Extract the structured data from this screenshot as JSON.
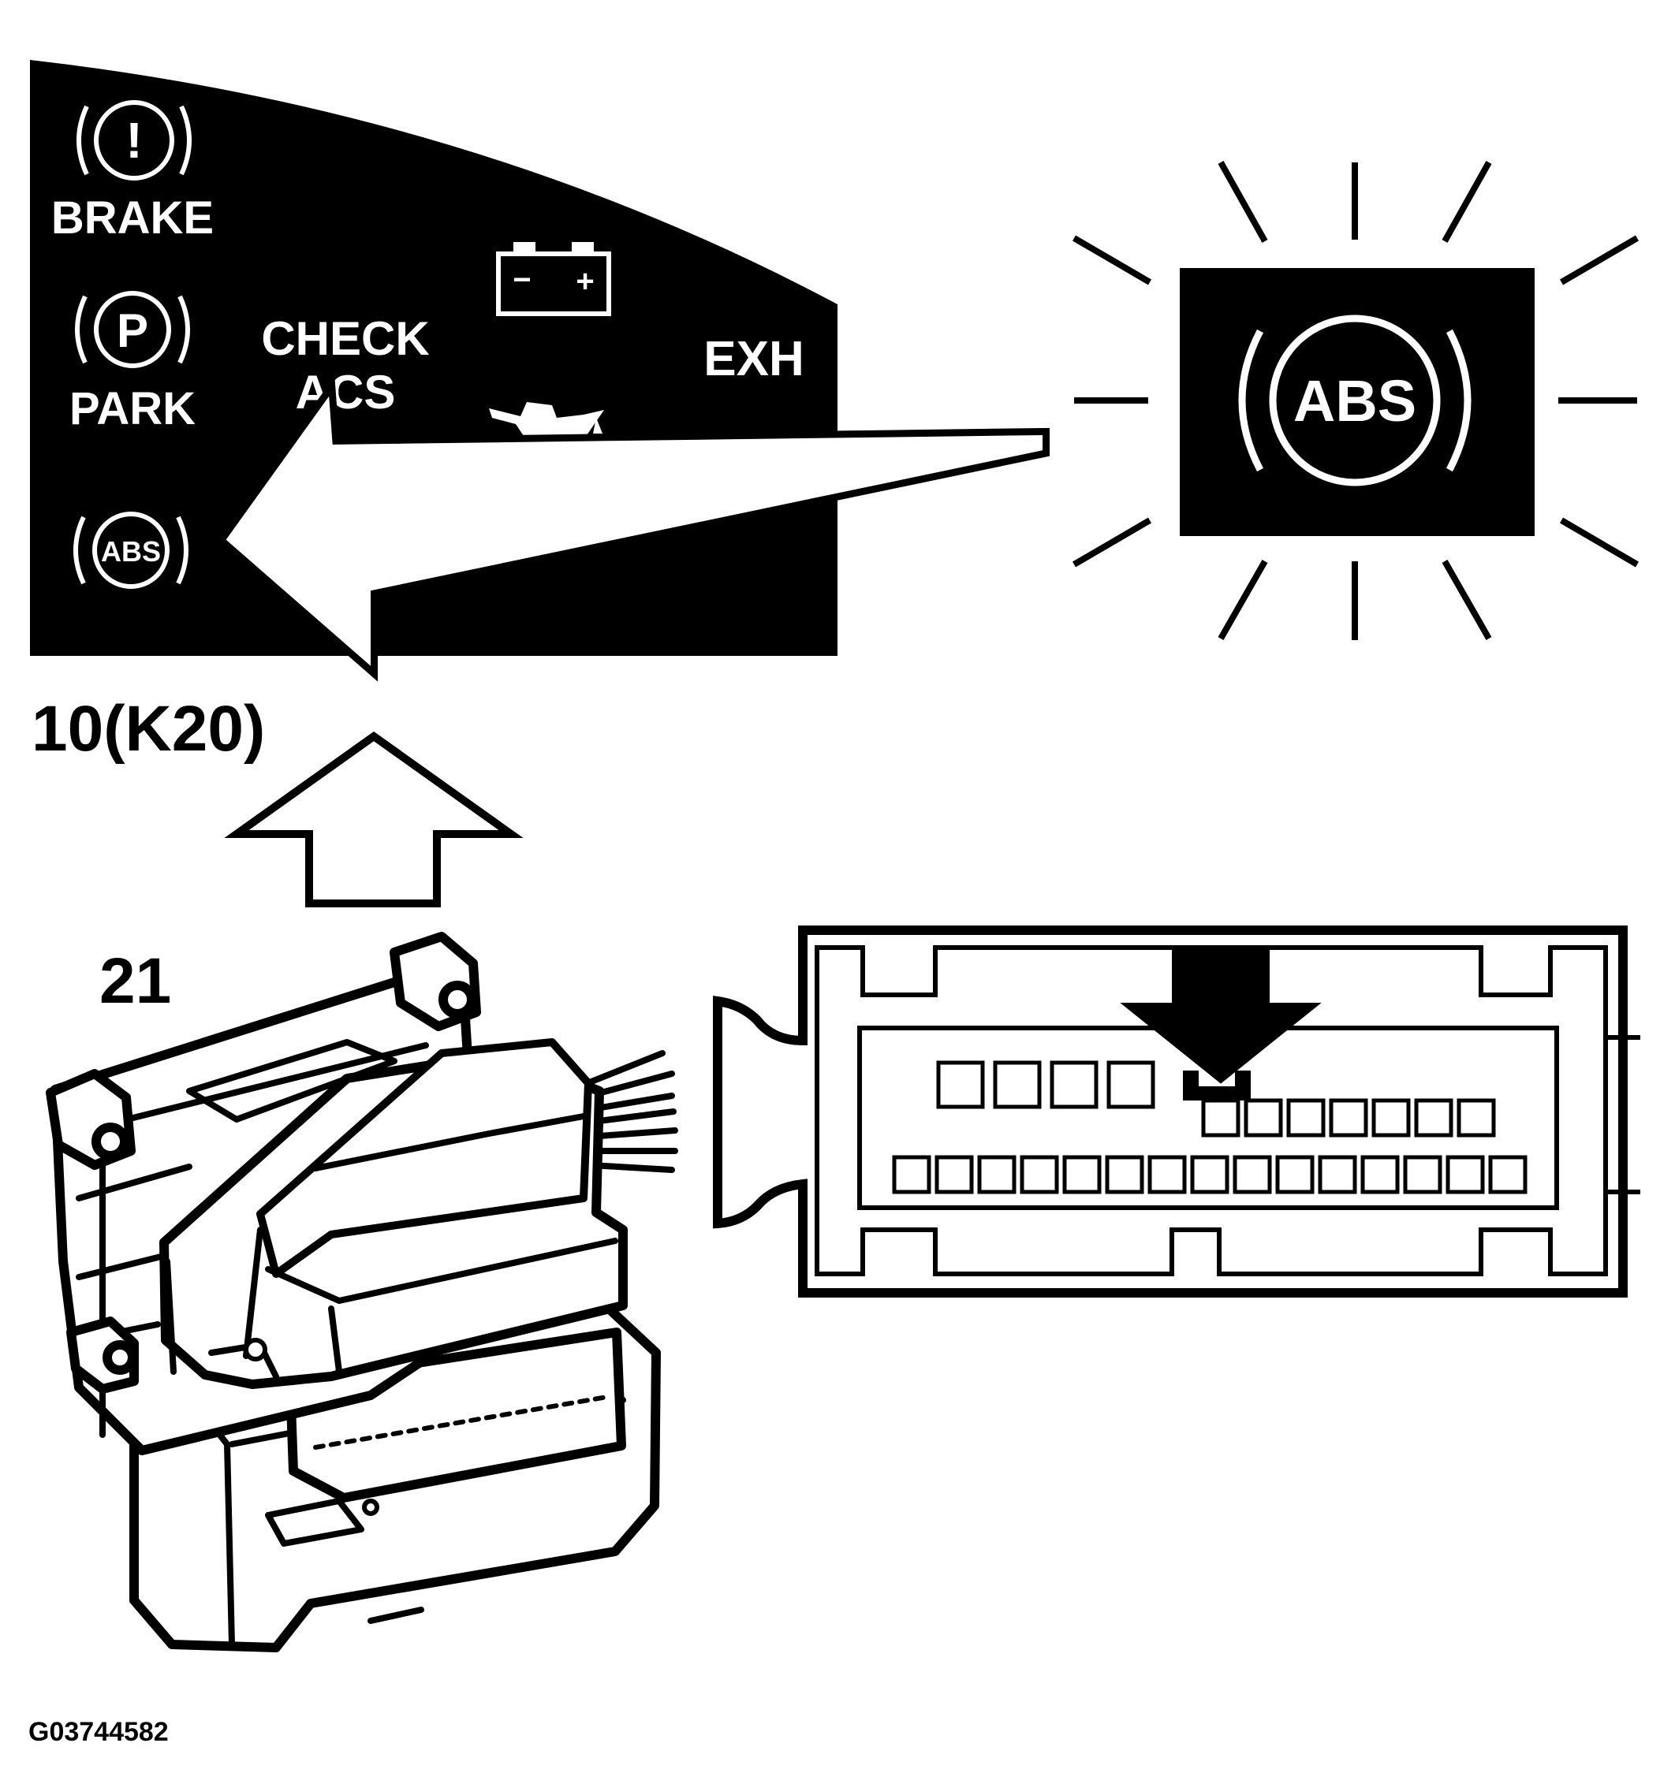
{
  "cluster": {
    "brake_label": "BRAKE",
    "brake_symbol": "!",
    "park_label": "PARK",
    "park_symbol": "P",
    "abs_small_label": "ABS",
    "check_line1": "CHECK",
    "check_line2": "ACS",
    "exh_label": "EXH",
    "battery_minus": "−",
    "battery_plus": "+"
  },
  "abs_lamp": {
    "label": "ABS"
  },
  "labels": {
    "cluster_ref": "10(K20)",
    "module_ref": "21",
    "figure_id": "G03744582"
  },
  "connector": {
    "row1_top_pins": 4,
    "row1_bottom_pins": 7,
    "row2_pins": 15
  },
  "colors": {
    "ink": "#000000",
    "paper": "#ffffff"
  }
}
